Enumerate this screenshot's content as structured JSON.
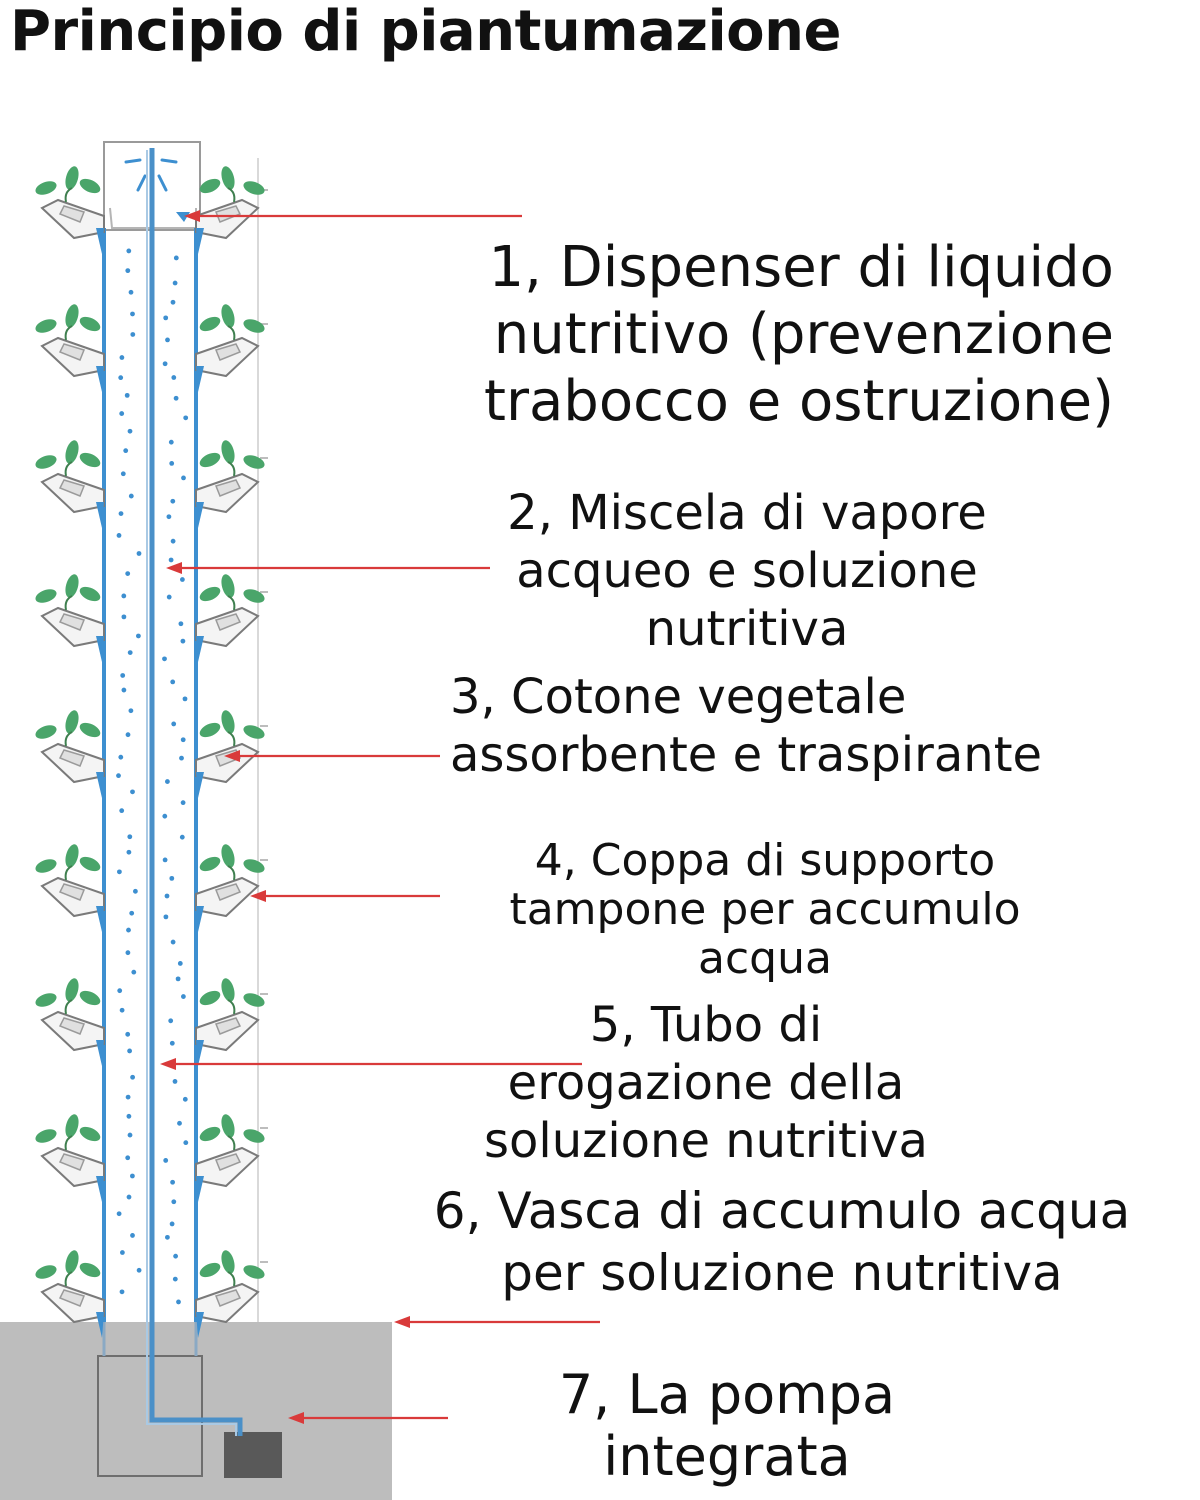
{
  "title": "Principio di piantumazione",
  "labels": [
    {
      "id": "1",
      "lines": [
        "1, Dispenser di liquido",
        "nutritivo (prevenzione",
        "trabocco e ostruzione)"
      ]
    },
    {
      "id": "2",
      "lines": [
        "2, Miscela di vapore",
        "acqueo e soluzione",
        "nutritiva"
      ]
    },
    {
      "id": "3",
      "lines": [
        "3, Cotone vegetale",
        "assorbente e traspirante"
      ]
    },
    {
      "id": "4",
      "lines": [
        "4, Coppa di supporto",
        "tampone per accumulo",
        "acqua"
      ]
    },
    {
      "id": "5",
      "lines": [
        "5, Tubo di",
        "erogazione della",
        "soluzione nutritiva"
      ]
    },
    {
      "id": "6",
      "lines": [
        "6, Vasca di accumulo acqua",
        "per soluzione nutritiva"
      ]
    },
    {
      "id": "7",
      "lines": [
        "7, La pompa",
        "integrata"
      ]
    }
  ],
  "colors": {
    "tube": "#3d8fd0",
    "leaf": "#4aa56a",
    "arrow": "#d93a3a",
    "base": "#b9b9b9"
  }
}
